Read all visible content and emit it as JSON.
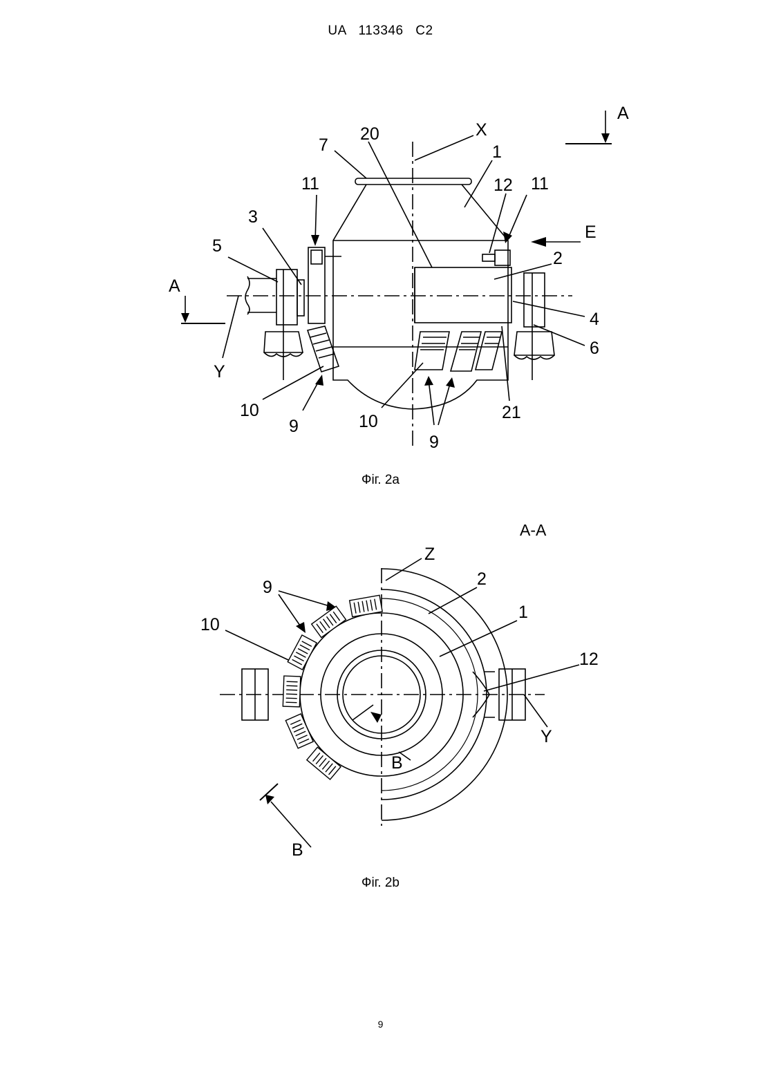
{
  "header": {
    "text": "UA   113346   C2"
  },
  "figure_a": {
    "caption": "Фіг. 2а",
    "labels": {
      "a_top": "A",
      "x": "X",
      "n20": "20",
      "n7": "7",
      "n1": "1",
      "n11_left": "11",
      "n12": "12",
      "n11_right": "11",
      "n3": "3",
      "e": "E",
      "n5": "5",
      "n2": "2",
      "a_left": "A",
      "n4": "4",
      "n6": "6",
      "y": "Y",
      "n10_left": "10",
      "n9_left": "9",
      "n10_mid": "10",
      "n21": "21",
      "n9_mid": "9"
    }
  },
  "figure_b": {
    "title": "A-A",
    "caption": "Фіг. 2b",
    "labels": {
      "z": "Z",
      "n2": "2",
      "n9": "9",
      "n1": "1",
      "n10": "10",
      "n12": "12",
      "y": "Y",
      "b_inner": "B",
      "b_outer": "B"
    }
  },
  "page_number": "9"
}
